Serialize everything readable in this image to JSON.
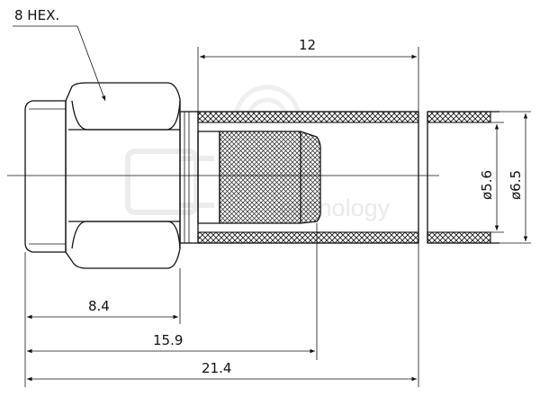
{
  "labels": {
    "hex": "8 HEX.",
    "dim_top": "12",
    "dim_84": "8.4",
    "dim_159": "15.9",
    "dim_214": "21.4",
    "dia_56": "ø5.6",
    "dia_65": "ø6.5"
  },
  "watermark": {
    "text": "echnology"
  }
}
